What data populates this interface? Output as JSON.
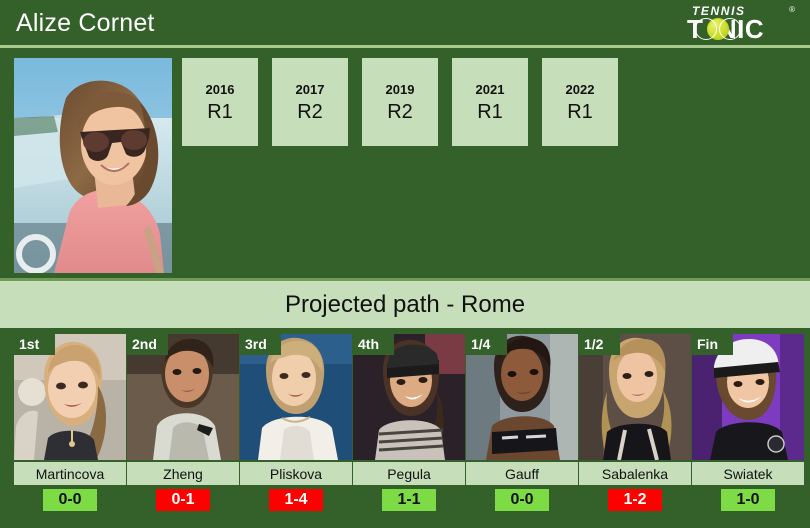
{
  "header": {
    "title": "Alize Cornet",
    "logo": {
      "top_text": "TENNIS",
      "bottom_text_left": "T",
      "bottom_text_right": "NIC",
      "registered": "®"
    }
  },
  "player": {
    "photo_alt": "player-portrait"
  },
  "history": {
    "entries": [
      {
        "year": "2016",
        "round": "R1"
      },
      {
        "year": "2017",
        "round": "R2"
      },
      {
        "year": "2019",
        "round": "R2"
      },
      {
        "year": "2021",
        "round": "R1"
      },
      {
        "year": "2022",
        "round": "R1"
      }
    ]
  },
  "projected": {
    "title": "Projected path - Rome",
    "cards": [
      {
        "round": "1st",
        "name": "Martincova",
        "score": "0-0",
        "score_type": "positive"
      },
      {
        "round": "2nd",
        "name": "Zheng",
        "score": "0-1",
        "score_type": "negative"
      },
      {
        "round": "3rd",
        "name": "Pliskova",
        "score": "1-4",
        "score_type": "negative"
      },
      {
        "round": "4th",
        "name": "Pegula",
        "score": "1-1",
        "score_type": "positive"
      },
      {
        "round": "1/4",
        "name": "Gauff",
        "score": "0-0",
        "score_type": "positive"
      },
      {
        "round": "1/2",
        "name": "Sabalenka",
        "score": "1-2",
        "score_type": "negative"
      },
      {
        "round": "Fin",
        "name": "Swiatek",
        "score": "1-0",
        "score_type": "positive"
      }
    ]
  },
  "colors": {
    "background_green": "#336129",
    "panel_light_green": "#c7debb",
    "rule_light": "#a8c98e",
    "score_positive": "#7ddc46",
    "score_negative": "#fe0000",
    "text_white": "#ffffff",
    "text_dark": "#111111"
  }
}
